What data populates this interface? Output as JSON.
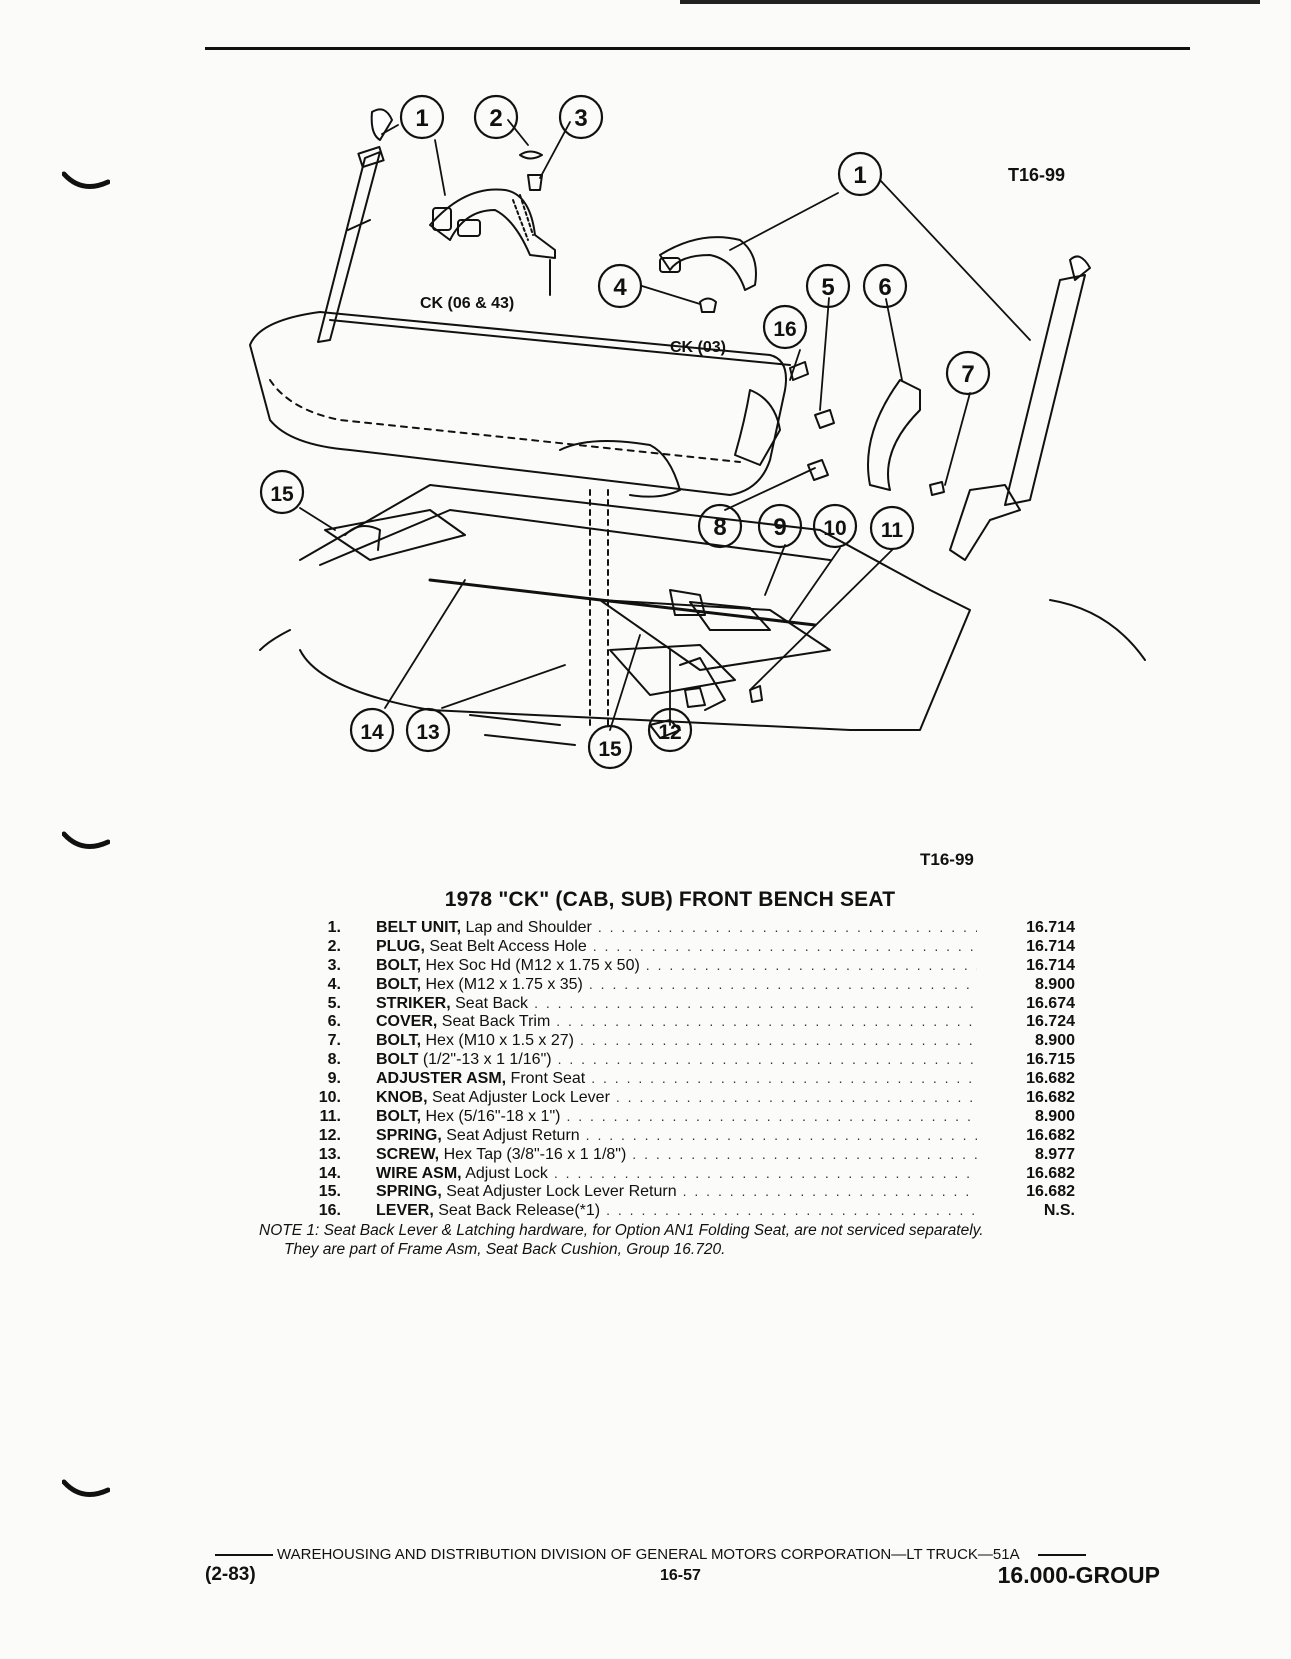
{
  "figure_ref_top": "T16-99",
  "figure_ref_bottom": "T16-99",
  "callouts": [
    "1",
    "2",
    "3",
    "1",
    "4",
    "16",
    "5",
    "6",
    "7",
    "15",
    "8",
    "9",
    "10",
    "11",
    "14",
    "13",
    "15",
    "12"
  ],
  "labels": {
    "ck_06_43": "CK (06 & 43)",
    "ck_03": "CK (03)"
  },
  "title": "1978 \"CK\" (CAB, SUB) FRONT BENCH SEAT",
  "parts": [
    {
      "num": "1.",
      "name": "BELT UNIT,",
      "desc": "Lap and Shoulder",
      "group": "16.714"
    },
    {
      "num": "2.",
      "name": "PLUG,",
      "desc": "Seat Belt Access Hole",
      "group": "16.714"
    },
    {
      "num": "3.",
      "name": "BOLT,",
      "desc": "Hex Soc Hd (M12 x 1.75 x 50)",
      "group": "16.714"
    },
    {
      "num": "4.",
      "name": "BOLT,",
      "desc": "Hex (M12 x 1.75 x 35)",
      "group": "8.900"
    },
    {
      "num": "5.",
      "name": "STRIKER,",
      "desc": "Seat Back",
      "group": "16.674"
    },
    {
      "num": "6.",
      "name": "COVER,",
      "desc": "Seat Back Trim",
      "group": "16.724"
    },
    {
      "num": "7.",
      "name": "BOLT,",
      "desc": "Hex (M10 x 1.5 x 27)",
      "group": "8.900"
    },
    {
      "num": "8.",
      "name": "BOLT",
      "desc": "(1/2\"-13 x 1 1/16\")",
      "group": "16.715"
    },
    {
      "num": "9.",
      "name": "ADJUSTER ASM,",
      "desc": "Front Seat",
      "group": "16.682"
    },
    {
      "num": "10.",
      "name": "KNOB,",
      "desc": "Seat Adjuster Lock Lever",
      "group": "16.682"
    },
    {
      "num": "11.",
      "name": "BOLT,",
      "desc": "Hex (5/16\"-18 x 1\")",
      "group": "8.900"
    },
    {
      "num": "12.",
      "name": "SPRING,",
      "desc": "Seat Adjust Return",
      "group": "16.682"
    },
    {
      "num": "13.",
      "name": "SCREW,",
      "desc": "Hex Tap (3/8\"-16 x 1 1/8\")",
      "group": "8.977"
    },
    {
      "num": "14.",
      "name": "WIRE ASM,",
      "desc": "Adjust Lock",
      "group": "16.682"
    },
    {
      "num": "15.",
      "name": "SPRING,",
      "desc": "Seat Adjuster Lock Lever Return",
      "group": "16.682"
    },
    {
      "num": "16.",
      "name": "LEVER,",
      "desc": "Seat Back Release(*1)",
      "group": "N.S."
    }
  ],
  "note_line1": "NOTE 1: Seat Back Lever & Latching hardware, for Option AN1 Folding Seat, are not serviced separately.",
  "note_line2": "They are part of Frame Asm, Seat Back Cushion, Group 16.720.",
  "footer": {
    "division": "WAREHOUSING AND DISTRIBUTION  DIVISION OF GENERAL MOTORS CORPORATION—LT TRUCK—51A",
    "date": "(2-83)",
    "page": "16-57",
    "group": "16.000-GROUP"
  }
}
